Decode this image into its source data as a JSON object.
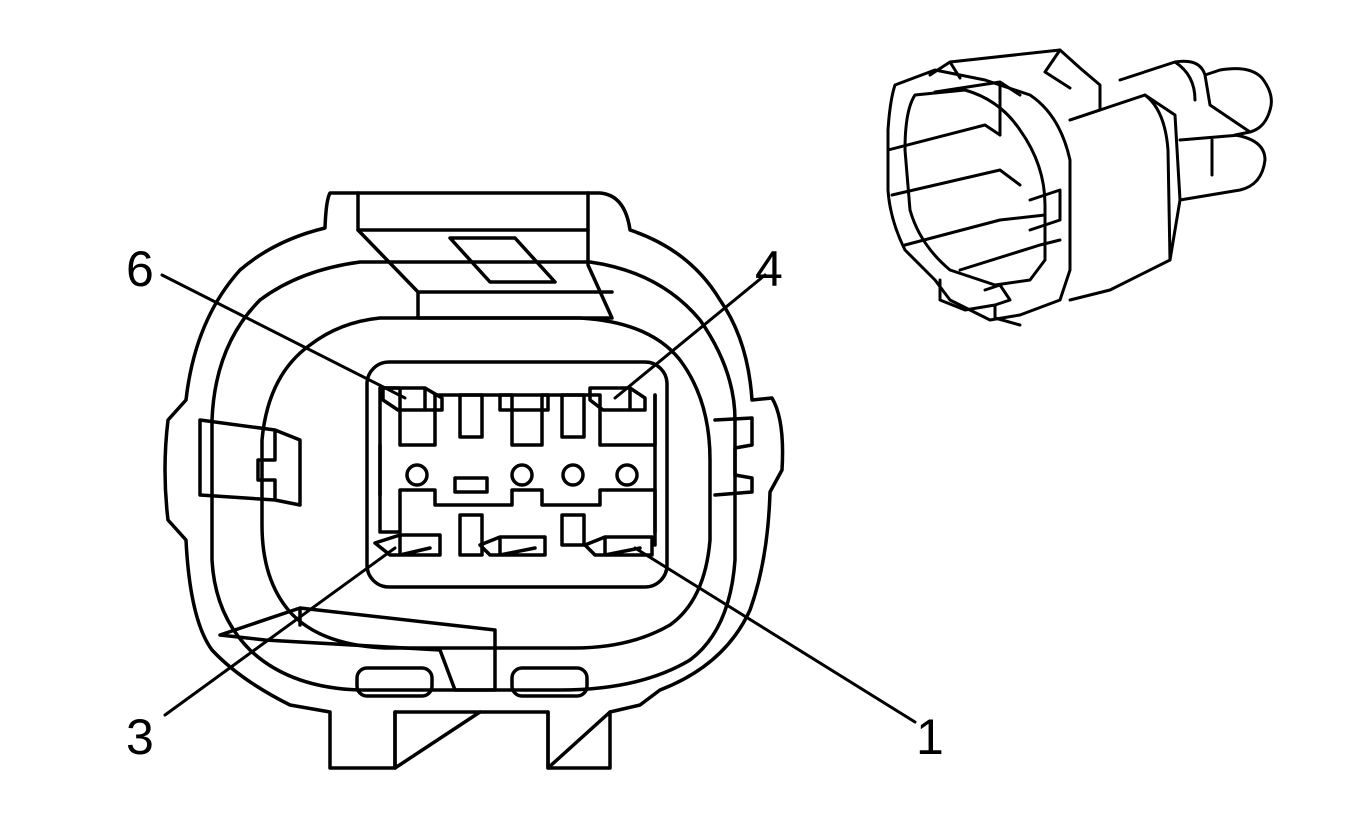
{
  "colors": {
    "line": "#000000",
    "background": "#ffffff"
  },
  "pin_labels": {
    "six": "6",
    "four": "4",
    "three": "3",
    "one": "1"
  }
}
